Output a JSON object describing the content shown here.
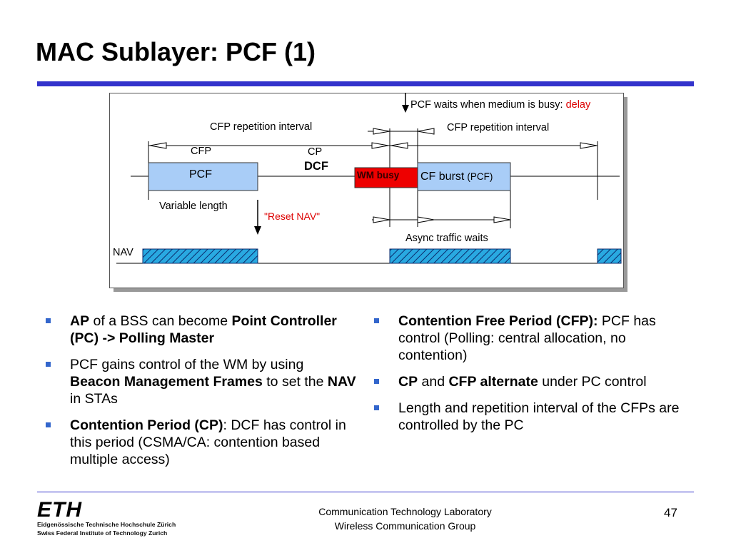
{
  "title": "MAC Sublayer: PCF (1)",
  "diagram": {
    "pcf_waits_prefix": "PCF waits when medium is busy: ",
    "pcf_waits_delay": "delay",
    "cfp_rep_left": "CFP repetition interval",
    "cfp_rep_right": "CFP repetition interval",
    "cfp_label": "CFP",
    "cp_label": "CP",
    "dcf_label": "DCF",
    "pcf_box": "PCF",
    "wm_busy": "WM busy",
    "cf_burst": "CF burst",
    "cf_burst_pcf": "(PCF)",
    "variable_length": "Variable length",
    "reset_nav": "\"Reset NAV\"",
    "async_traffic": "Async traffic waits",
    "nav": "NAV",
    "colors": {
      "box_fill": "#a9cdf7",
      "busy_fill": "#ee0000",
      "nav_fill": "#29a9e1",
      "accent_red": "#dd0000"
    }
  },
  "bullets_left": [
    [
      {
        "t": "AP",
        "b": true
      },
      {
        "t": " of a BSS can become ",
        "b": false
      },
      {
        "t": "Point Controller (PC) -> Polling Master",
        "b": true
      }
    ],
    [
      {
        "t": "PCF gains control of the WM by using ",
        "b": false
      },
      {
        "t": "Beacon Management Frames",
        "b": true
      },
      {
        "t": " to set the ",
        "b": false
      },
      {
        "t": "NAV",
        "b": true
      },
      {
        "t": " in STAs",
        "b": false
      }
    ],
    [
      {
        "t": "Contention Period (CP)",
        "b": true
      },
      {
        "t": ": DCF has control in this period (CSMA/CA: contention based multiple access)",
        "b": false
      }
    ]
  ],
  "bullets_right": [
    [
      {
        "t": "Contention Free Period (CFP):",
        "b": true
      },
      {
        "t": " PCF has control (Polling: central allocation, no contention)",
        "b": false
      }
    ],
    [
      {
        "t": "CP",
        "b": true
      },
      {
        "t": " and ",
        "b": false
      },
      {
        "t": "CFP alternate",
        "b": true
      },
      {
        "t": " under PC control",
        "b": false
      }
    ],
    [
      {
        "t": "Length and repetition interval of the CFPs are controlled by the PC",
        "b": false
      }
    ]
  ],
  "footer": {
    "logo_text": "ETH",
    "logo_line1": "Eidgenössische Technische Hochschule Zürich",
    "logo_line2": "Swiss Federal Institute of Technology Zurich",
    "lab_line1": "Communication Technology Laboratory",
    "lab_line2": "Wireless Communication Group",
    "page_number": "47"
  }
}
